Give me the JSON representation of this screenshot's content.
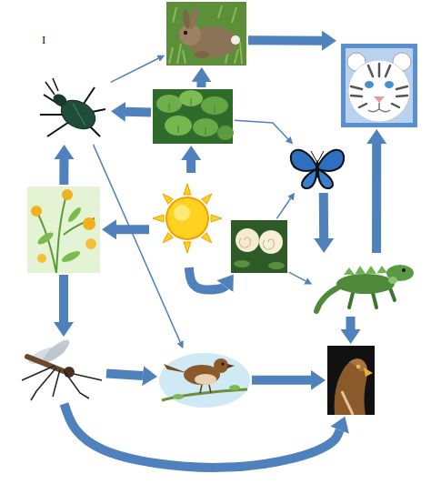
{
  "diagram": {
    "nodes": [
      {
        "text": []
      },
      {
        "text": []
      },
      {
        "text": []
      },
      {
        "text": []
      },
      {
        "text": []
      },
      {
        "text": []
      },
      {
        "text": []
      },
      {
        "text": []
      },
      {
        "text": []
      },
      {
        "text": []
      },
      {
        "text": []
      },
      {
        "text": []
      }
    ],
    "edges": [
      {
        "from": 6,
        "to": 3,
        "arrow": "to"
      },
      {
        "from": 6,
        "to": 5,
        "arrow": "to"
      },
      {
        "from": 6,
        "to": 7,
        "arrow": "to"
      },
      {
        "from": 3,
        "to": 0,
        "arrow": "to"
      },
      {
        "from": 3,
        "to": 2,
        "arrow": "to"
      },
      {
        "from": 3,
        "to": 4,
        "arrow": "to"
      },
      {
        "from": 0,
        "to": 1,
        "arrow": "to"
      },
      {
        "from": 2,
        "to": 0,
        "arrow": "to"
      },
      {
        "from": 2,
        "to": 10,
        "arrow": "to"
      },
      {
        "from": 5,
        "to": 2,
        "arrow": "to"
      },
      {
        "from": 5,
        "to": 9,
        "arrow": "to"
      },
      {
        "from": 7,
        "to": 4,
        "arrow": "to"
      },
      {
        "from": 7,
        "to": 8,
        "arrow": "to"
      },
      {
        "from": 4,
        "to": 8,
        "arrow": "to"
      },
      {
        "from": 8,
        "to": 1,
        "arrow": "to"
      },
      {
        "from": 8,
        "to": 11,
        "arrow": "to"
      },
      {
        "from": 9,
        "to": 10,
        "arrow": "to"
      },
      {
        "from": 10,
        "to": 11,
        "arrow": "to"
      },
      {
        "from": 9,
        "to": 11,
        "arrow": "to"
      }
    ],
    "labels": [
      "I"
    ]
  }
}
